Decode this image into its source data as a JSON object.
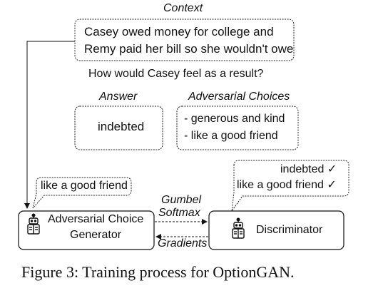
{
  "context": {
    "header": "Context",
    "line1": "Casey owed money for college and",
    "line2": "Remy paid her bill so she wouldn't owe"
  },
  "question": "How would Casey feel as a result?",
  "answer": {
    "header": "Answer",
    "text": "indebted"
  },
  "adversarial": {
    "header": "Adversarial Choices",
    "items": [
      "- generous and kind",
      "- like a good friend"
    ]
  },
  "generator": {
    "bubble": "like a good friend",
    "label_line1": "Adversarial Choice",
    "label_line2": "Generator"
  },
  "discriminator": {
    "label": "Discriminator",
    "bubble_line1": "indebted",
    "bubble_line2": "like a good friend",
    "check": "✓"
  },
  "edges": {
    "forward_line1": "Gumbel",
    "forward_line2": "Softmax",
    "backward": "Gradients"
  },
  "caption": "Figure 3: Training process for OptionGAN."
}
